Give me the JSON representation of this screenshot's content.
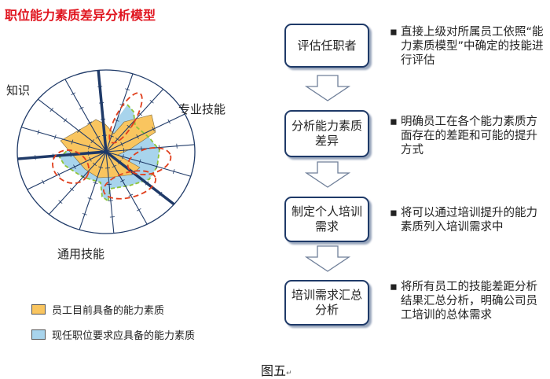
{
  "title": "职位能力素质差异分析模型",
  "radar": {
    "axis_labels": [
      "知识",
      "专业技能",
      "通用技能"
    ]
  },
  "legend": [
    {
      "label": "员工目前具备的能力素质",
      "color": "#f9c55f"
    },
    {
      "label": "现任职位要求应具备的能力素质",
      "color": "#a8d4ec"
    }
  ],
  "steps": [
    {
      "label": "评估任职者",
      "description": "直接上级对所属员工依照“能力素质模型”中确定的技能进行评估"
    },
    {
      "label": "分析能力素质差异",
      "description": "明确员工在各个能力素质方面存在的差距和可能的提升方式"
    },
    {
      "label": "制定个人培训需求",
      "description": "将可以通过培训提升的能力素质列入培训需求中"
    },
    {
      "label": "培训需求汇总分析",
      "description": "将所有员工的技能差距分析结果汇总分析，明确公司员工培训的总体需求"
    }
  ],
  "bullet_symbol": "▪",
  "caption": "图五",
  "caption_mark": "↵",
  "colors": {
    "title": "#e0141e",
    "navy": "#1f3a68",
    "dash_red": "#e0401e",
    "dash_green": "#8fc43a"
  }
}
